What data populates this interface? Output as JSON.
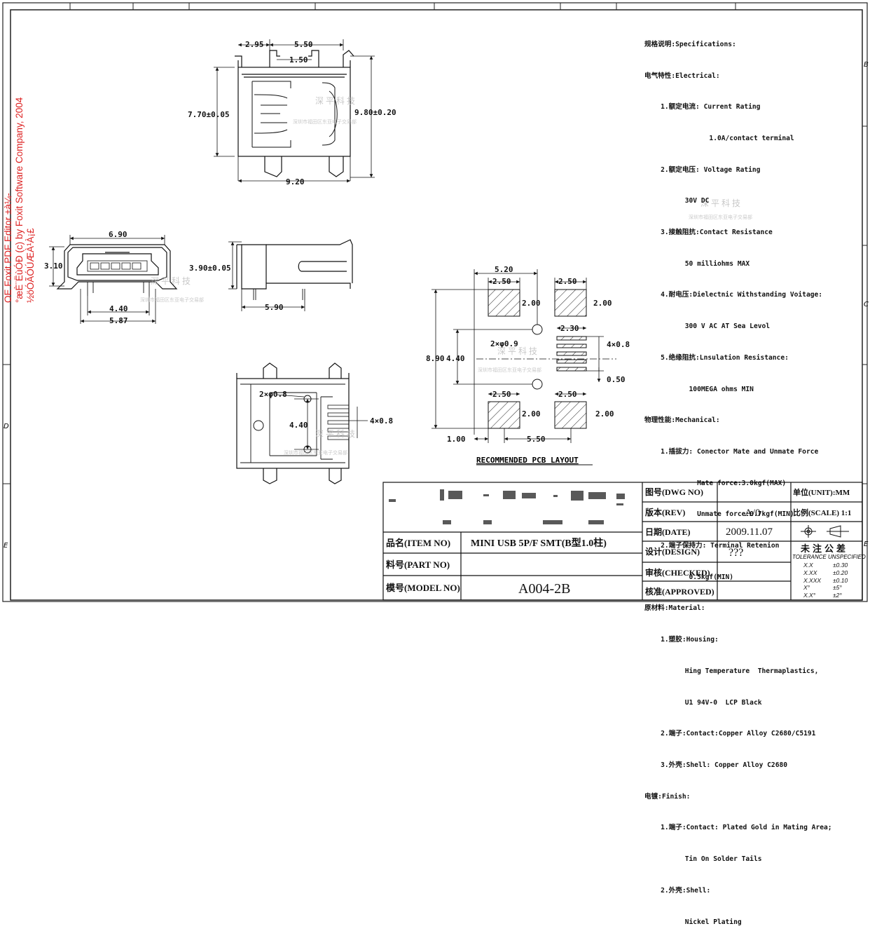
{
  "sidebar_watermark": {
    "line1": "OE Foxit PDF Editor ±à¼-",
    "line2": "°æÈ¨ËùÓÐ (c) by Foxit Software Company, 2004",
    "line3": "½öÓÃÓÚÆÀ¹À¡£"
  },
  "border_zone_labels": {
    "left": [
      "D",
      "E"
    ],
    "right": [
      "B",
      "C",
      "E"
    ]
  },
  "top_view": {
    "dim_a": "2.95",
    "dim_b": "5.50",
    "dim_c": "1.50",
    "dim_height": "7.70±0.05",
    "dim_right": "9.80±0.20",
    "dim_bottom": "9.20"
  },
  "front_view": {
    "dim_top": "6.90",
    "dim_left": "3.10",
    "dim_b1": "4.40",
    "dim_b2": "5.87"
  },
  "side_view": {
    "dim_height": "3.90±0.05",
    "dim_len": "5.90"
  },
  "bottom_view": {
    "hole": "2×φ0.8",
    "pitch_v": "4.40",
    "pins": "4×0.8"
  },
  "pcb_layout": {
    "title": "RECOMMENDED PCB LAYOUT",
    "w_total": "5.20",
    "pad_w_tl": "2.50",
    "pad_w_tr": "2.50",
    "pad_h_tl": "2.00",
    "pad_h_tr": "2.00",
    "pin_w": "2.30",
    "pins": "4×0.8",
    "holes": "2×φ0.9",
    "h_total": "8.90",
    "h_mid": "4.40",
    "pin_pitch": "0.50",
    "pad_w_bl": "2.50",
    "pad_w_br": "2.50",
    "pad_h_bl": "2.00",
    "pad_h_br": "2.00",
    "x_offset": "1.00",
    "x_span": "5.50"
  },
  "watermark_logo": {
    "name": "深平科技",
    "sub": "深圳市福田区东亚电子交易部"
  },
  "specs": [
    "规格说明:Specifications:",
    "电气特性:Electrical:",
    "    1.额定电流: Current Rating",
    "                1.0A/contact terminal",
    "    2.额定电压: Voltage Rating",
    "          30V DC",
    "    3.接触阻抗:Contact Resistance",
    "          50 milliohms MAX",
    "    4.耐电压:Dielectnic Withstanding Voitage:",
    "          300 V AC AT Sea Levol",
    "    5.绝缘阻抗:Lnsulation Resistance:",
    "           100MEGA ohms MIN",
    "物理性能:Mechanical:",
    "    1.插拔力: Conector Mate and Unmate Force",
    "             Mate force:3.0kgf(MAX)",
    "             Unmate force:0.7kgf(MIN)",
    "    2.端子保持力: Terminal Retenion",
    "           0.5kgf(MIN)",
    "原材料:Material:",
    "    1.塑胶:Housing:",
    "          Hing Temperature  Thermaplastics,",
    "          U1 94V-0  LCP Black",
    "    2.端子:Contact:Copper Alloy C2680/C5191",
    "    3.外壳:Shell: Copper Alloy C2680",
    "电镀:Finish:",
    "    1.端子:Contact: Plated Gold in Mating Area;",
    "          Tin On Solder Tails",
    "    2.外壳:Shell:",
    "          Nickel Plating"
  ],
  "title_block": {
    "company_blur": "",
    "item_label": "品名(ITEM NO)",
    "item_value": "MINI USB 5P/F SMT(B型1.0柱)",
    "part_label": "料号(PART NO)",
    "part_value": "",
    "model_label": "模号(MODEL NO)",
    "model_value": "A004-2B",
    "dwg_label": "图号(DWG NO)",
    "dwg_value": "",
    "rev_label": "版本(REV)",
    "rev_value": "A/0",
    "date_label": "日期(DATE)",
    "date_value": "2009.11.07",
    "design_label": "设计(DESIGN)",
    "design_value": "???",
    "checked_label": "审核(CHECKED)",
    "approved_label": "核准(APPROVED)",
    "unit_label": "单位(UNIT):MM",
    "scale_label": "比例(SCALE) 1:1",
    "tol_title": "未注公差",
    "tol_sub": "TOLERANCE UNSPECIFIED",
    "tolerances": [
      {
        "k": "X.X",
        "v": "±0.30"
      },
      {
        "k": "X.XX",
        "v": "±0.20"
      },
      {
        "k": "X.XXX",
        "v": "±0.10"
      },
      {
        "k": "X°",
        "v": "±5°"
      },
      {
        "k": "X.X°",
        "v": "±2°"
      }
    ]
  }
}
